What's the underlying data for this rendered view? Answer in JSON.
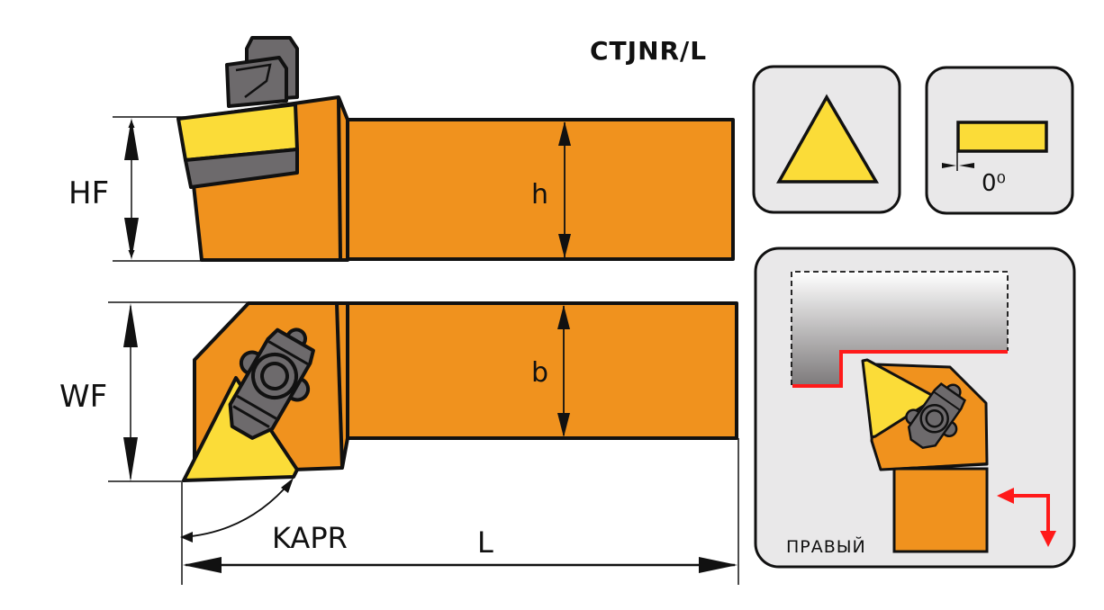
{
  "title": "CTJNR/L",
  "dimensions": {
    "hf": "HF",
    "wf": "WF",
    "h": "h",
    "b": "b",
    "kapr": "KAPR",
    "l": "L"
  },
  "insert_shape": {
    "icon": "triangle-insert-icon",
    "shape": "triangle"
  },
  "clearance_angle": {
    "icon": "clearance-angle-icon",
    "label": "0⁰"
  },
  "application": {
    "icon": "turning-application-icon",
    "hand_label": "ПРАВЫЙ"
  },
  "colors": {
    "body_orange": "#F0921E",
    "insert_yellow": "#FBDC38",
    "clamp_gray": "#6D6A6C",
    "panel_bg": "#E9E8E9",
    "cut_red": "#FF1A1A",
    "outline": "#111111"
  }
}
